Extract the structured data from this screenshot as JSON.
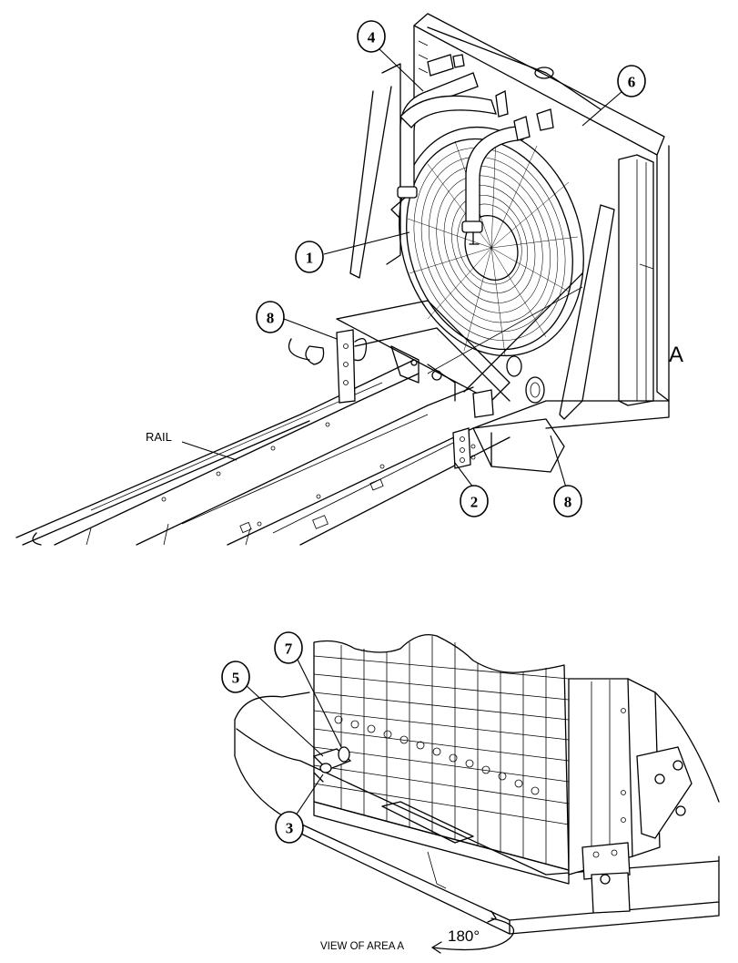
{
  "callouts": {
    "c1": "1",
    "c2": "2",
    "c3": "3",
    "c4": "4",
    "c5": "5",
    "c6": "6",
    "c7": "7",
    "c8a": "8",
    "c8b": "8"
  },
  "labels": {
    "rail": "RAIL",
    "area": "A",
    "view": "VIEW OF AREA A",
    "rotation": "180°"
  }
}
